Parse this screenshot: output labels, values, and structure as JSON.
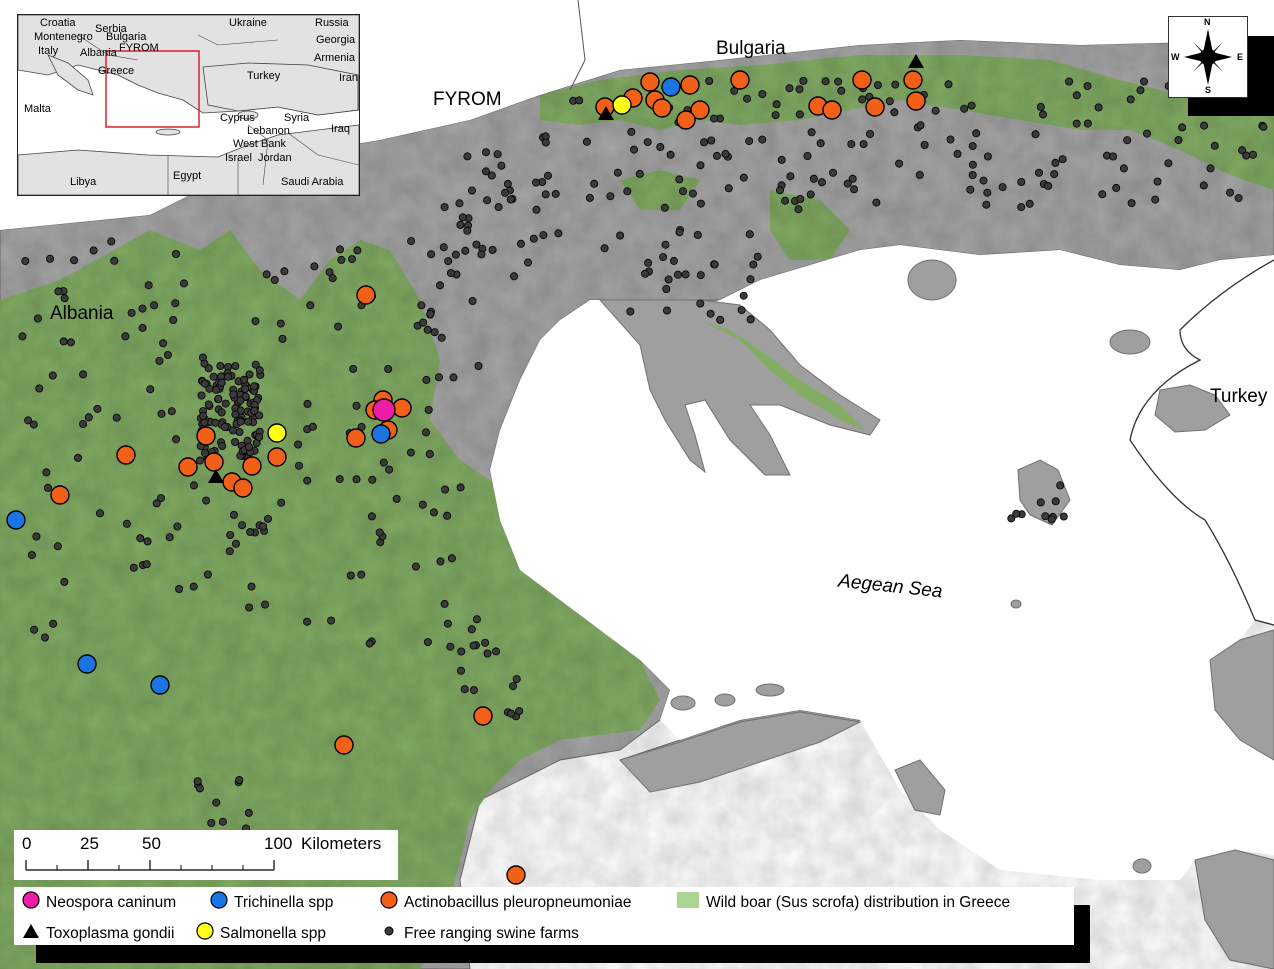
{
  "map": {
    "country_labels": {
      "bulgaria": "Bulgaria",
      "fyrom": "FYROM",
      "albania": "Albania",
      "turkey": "Turkey"
    },
    "sea_label": "Aegean Sea"
  },
  "inset": {
    "labels": {
      "croatia": "Croatia",
      "serbia": "Serbia",
      "montenegro": "Montenegro",
      "bulgaria": "Bulgaria",
      "italy": "Italy",
      "albania": "Albania",
      "fyrom": "FYROM",
      "greece": "Greece",
      "ukraine": "Ukraine",
      "russia": "Russia",
      "georgia": "Georgia",
      "armenia": "Armenia",
      "iran": "Iran",
      "turkey": "Turkey",
      "malta": "Malta",
      "cyprus": "Cyprus",
      "syria": "Syria",
      "lebanon": "Lebanon",
      "iraq": "Iraq",
      "west_bank": "West Bank",
      "israel": "Israel",
      "jordan": "Jordan",
      "libya": "Libya",
      "egypt": "Egypt",
      "saudi_arabia": "Saudi Arabia"
    }
  },
  "compass": {
    "n": "N",
    "s": "S",
    "e": "E",
    "w": "W"
  },
  "scalebar": {
    "ticks": [
      "0",
      "25",
      "50",
      "100"
    ],
    "unit": "Kilometers"
  },
  "legend": {
    "neospora": "Neospora caninum",
    "trichinella": "Trichinella spp",
    "actinobacillus": "Actinobacillus pleuropneumoniae",
    "wildboar": "Wild boar (Sus scrofa) distribution in Greece",
    "toxoplasma": "Toxoplasma gondii",
    "salmonella": "Salmonella spp",
    "farms": "Free ranging swine farms"
  },
  "colors": {
    "neospora": "#ee1ca6",
    "trichinella": "#1b74e4",
    "actinobacillus": "#f26018",
    "salmonella": "#ffff1a",
    "toxoplasma": "#000000",
    "farm": "#3a3a3a",
    "wildboar": "#7fad5e",
    "land": "#a6a6a6",
    "sea": "#ffffff"
  }
}
